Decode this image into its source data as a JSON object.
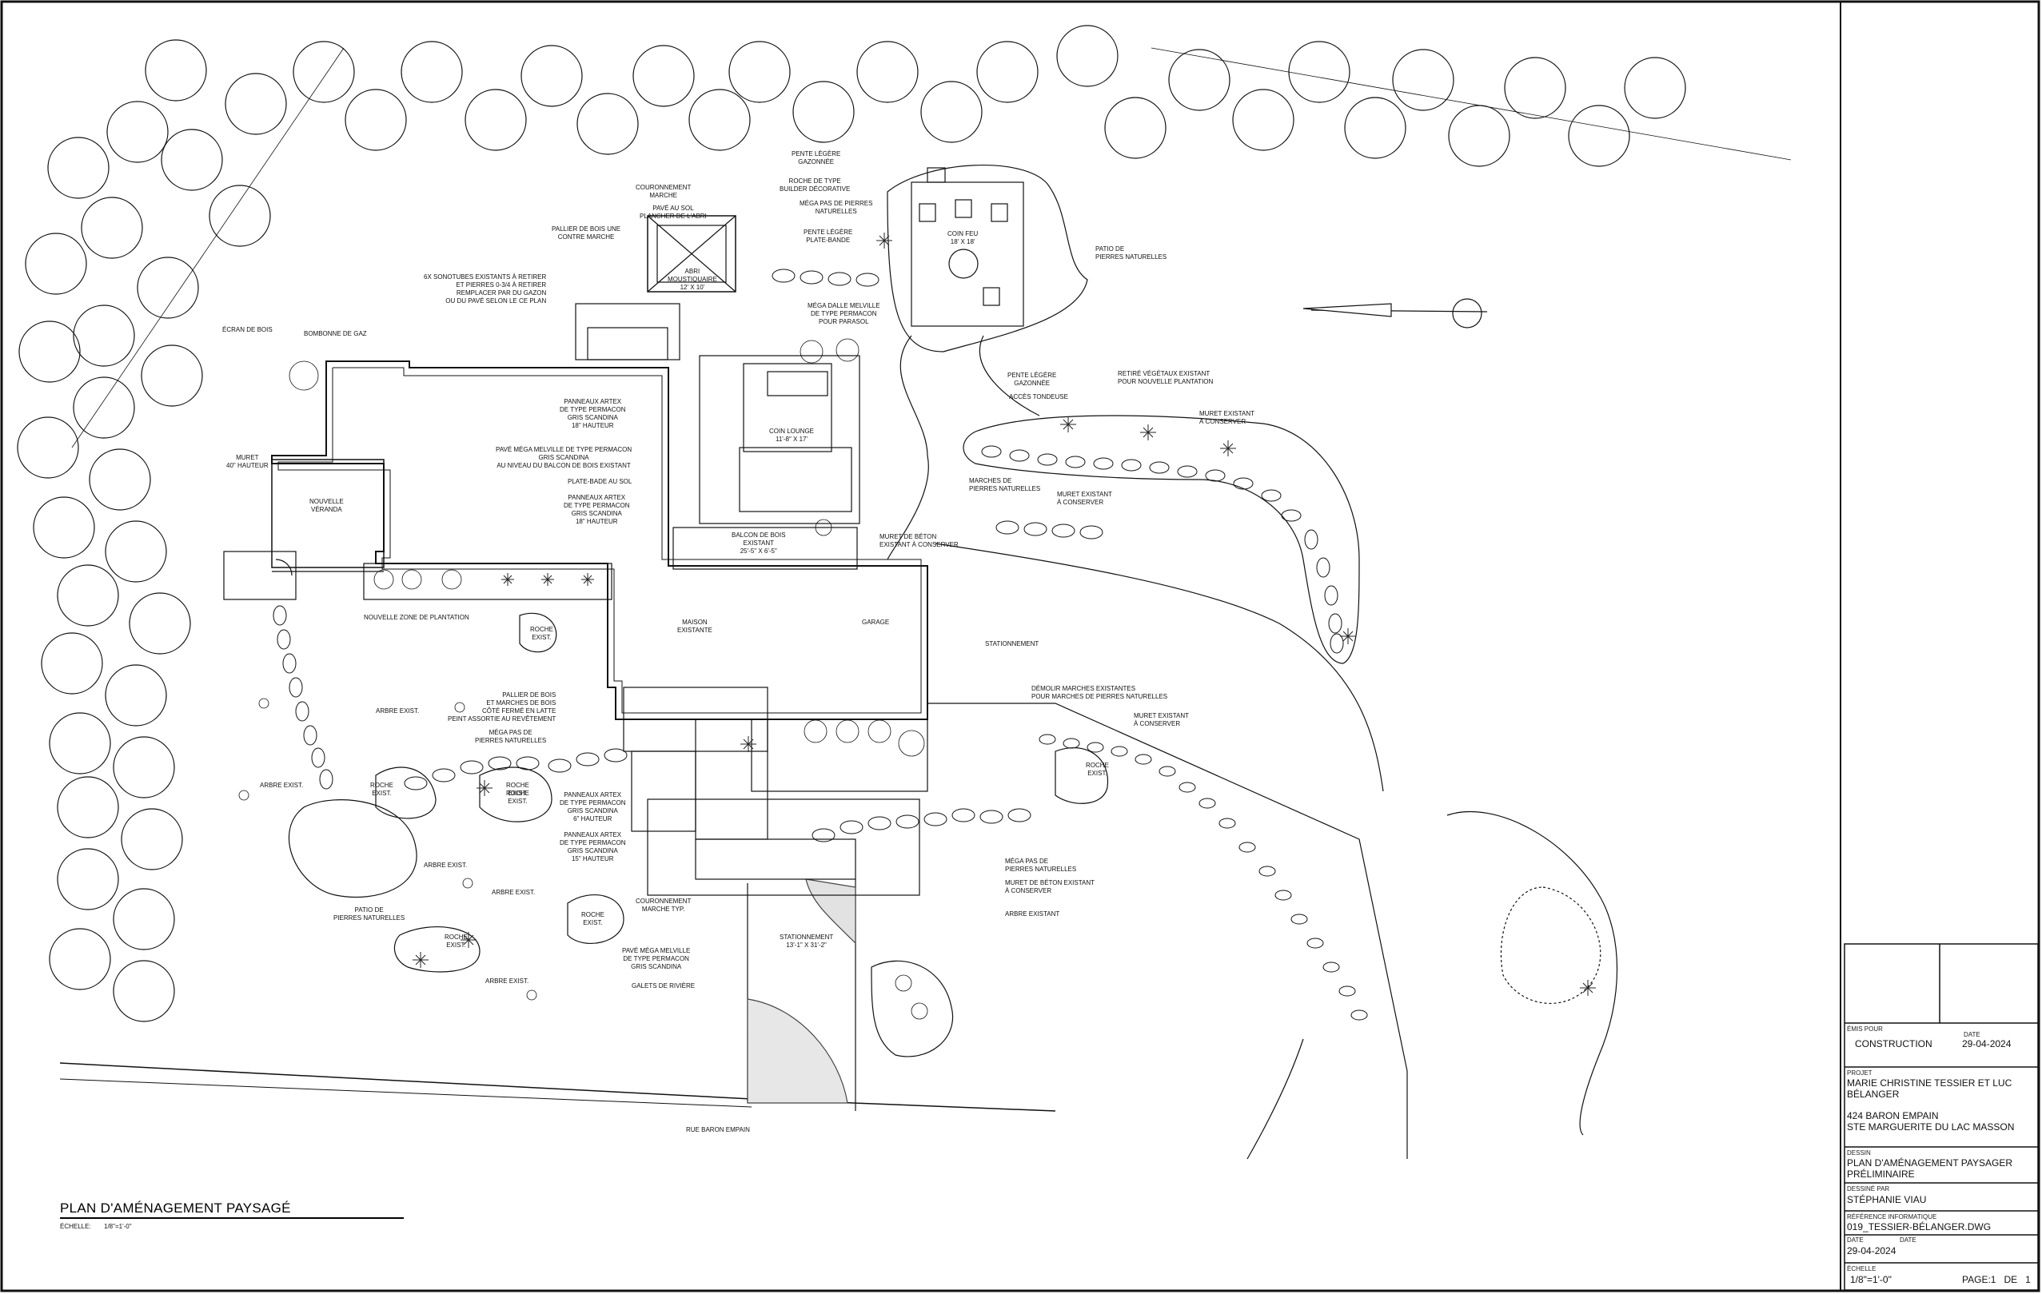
{
  "drawing": {
    "title": "PLAN D'AMÉNAGEMENT PAYSAGÉ",
    "scale_label": "ÉCHELLE:",
    "scale_value": "1/8\"=1'-0\""
  },
  "labels": {
    "pente_legere_gazonnee_top": "PENTE LÉGÈRE\nGAZONNÉE",
    "roche_builder": "ROCHE DE TYPE\nBUILDER DÉCORATIVE",
    "mega_pas_top": "MÉGA PAS DE PIERRES\nNATURELLES",
    "pente_plate_bande": "PENTE LÉGÈRE\nPLATE-BANDE",
    "couronnement_marche": "COURONNEMENT\nMARCHE",
    "pave_au_sol": "PAVÉ AU SOL\nPLANCHER DE L'ABRI",
    "pallier_bois_contre": "PALLIER DE BOIS UNE\nCONTRE MARCHE",
    "sonotubes": "6X SONOTUBES EXISTANTS À RETIRER\nET PIERRES 0-3/4 À RETIRER\nREMPLACER PAR DU GAZON\nOU DU PAVÉ SELON LE CE PLAN",
    "abri": "ABRI\nMOUSTIQUAIRE\n12' X 10'",
    "coin_feu": "COIN FEU\n18' X 18'",
    "patio_pierres_top": "PATIO DE\nPIERRES NATURELLES",
    "mega_dalle": "MÉGA DALLE MELVILLE\nDE TYPE PERMACON\nPOUR PARASOL",
    "ecran_bois": "ÉCRAN DE BOIS",
    "bombonne": "BOMBONNE DE GAZ",
    "panneaux_artex_1": "PANNEAUX ARTEX\nDE TYPE PERMACON\nGRIS SCANDINA\n18\" HAUTEUR",
    "pave_mega_melville": "PAVÉ MÉGA MELVILLE DE TYPE PERMACON\nGRIS SCANDINA\nAU NIVEAU DU BALCON DE BOIS EXISTANT",
    "plate_bande_sol": "PLATE-BADE AU SOL",
    "panneaux_artex_2": "PANNEAUX ARTEX\nDE TYPE PERMACON\nGRIS SCANDINA\n18\" HAUTEUR",
    "coin_lounge": "COIN LOUNGE\n11'-8\" X 17'",
    "balcon_bois": "BALCON DE BOIS\nEXISTANT\n25'-5\" X 6'-5\"",
    "muret_beton_top": "MURET DE BÉTON\nEXISTANT À CONSERVER",
    "pente_gazonnee_right": "PENTE LÉGÈRE\nGAZONNÉE",
    "acces_tondeuse": "ACCÈS TONDEUSE",
    "retrait_vegetaux": "RETIRÉ VÉGÉTAUX EXISTANT\nPOUR NOUVELLE PLANTATION",
    "muret_existant_right": "MURET EXISTANT\nÀ CONSERVER",
    "marches_pierres": "MARCHES DE\nPIERRES NATURELLES",
    "muret_existant_mid": "MURET EXISTANT\nÀ CONSERVER",
    "muret_40": "MURET\n40\" HAUTEUR",
    "nouvelle_veranda": "NOUVELLE\nVÉRANDA",
    "nouvelle_zone": "NOUVELLE ZONE DE PLANTATION",
    "roche_exist_1": "ROCHE\nEXIST.",
    "maison": "MAISON\nEXISTANTE",
    "garage": "GARAGE",
    "stationnement_right": "STATIONNEMENT",
    "demolir_marches": "DÉMOLIR MARCHES EXISTANTES\nPOUR MARCHES DE PIERRES NATURELLES",
    "muret_existant_3": "MURET EXISTANT\nÀ CONSERVER",
    "pallier_marches": "PALLIER DE BOIS\nET MARCHES DE BOIS\nCÔTÉ FERMÉ EN LATTE\nPEINT ASSORTIE AU REVÊTEMENT",
    "arbre_exist_1": "ARBRE EXIST.",
    "mega_pas_mid": "MÉGA PAS DE\nPIERRES NATURELLES",
    "panneaux_artex_3": "PANNEAUX ARTEX\nDE TYPE PERMACON\nGRIS SCANDINA\n6\" HAUTEUR",
    "panneaux_artex_4": "PANNEAUX ARTEX\nDE TYPE PERMACON\nGRIS SCANDINA\n15\" HAUTEUR",
    "arbre_exist_2": "ARBRE EXIST.",
    "roche_exist_2": "ROCHE\nEXIST.",
    "roche_exist_3": "ROCHE\nEXIST.",
    "roche_exist_4": "ROCHE\nEXIST.",
    "arbre_exist_3": "ARBRE EXIST.",
    "arbre_exist_4": "ARBRE EXIST.",
    "patio_pierres_left": "PATIO DE\nPIERRES NATURELLES",
    "couronnement_typ": "COURONNEMENT\nMARCHE TYP.",
    "roche_exist_5": "ROCHE\nEXIST.",
    "roche_exist_6": "ROCHE\nEXIST.",
    "pave_mega_2": "PAVÉ MÉGA MELVILLE\nDE TYPE PERMACON\nGRIS SCANDINA",
    "arbre_exist_5": "ARBRE EXIST.",
    "galets": "GALETS DE RIVIÈRE",
    "stationnement_dim": "STATIONNEMENT\n13'-1\" X 31'-2\"",
    "mega_pas_right": "MÉGA PAS DE\nPIERRES NATURELLES",
    "muret_beton_bottom": "MURET DE BÉTON EXISTANT\nÀ CONSERVER",
    "arbre_existant": "ARBRE EXISTANT",
    "roche_exist_7": "ROCHE\nEXIST.",
    "rue": "RUE BARON EMPAIN"
  },
  "title_block": {
    "emis_pour_label": "ÉMIS POUR",
    "emis_pour": "CONSTRUCTION",
    "date_label": "DATE",
    "date": "29-04-2024",
    "projet_label": "PROJET",
    "projet": "MARIE CHRISTINE TESSIER ET LUC\nBÉLANGER",
    "adresse": "424 BARON EMPAIN\nSTE MARGUERITE DU LAC MASSON",
    "dessin_label": "DESSIN",
    "dessin": "PLAN D'AMÉNAGEMENT PAYSAGER\nPRÉLIMINAIRE",
    "dessine_par_label": "DESSINÉ PAR",
    "dessine_par": "STÉPHANIE VIAU",
    "reference_label": "RÉFÉRENCE INFORMATIQUE",
    "reference": "019_TESSIER-BÉLANGER.DWG",
    "date2_label": "DATE",
    "date2_label_b": "DATE",
    "date2": "29-04-2024",
    "echelle_label": "ÉCHELLE",
    "echelle": "1/8\"=1'-0\"",
    "page": "PAGE:1   DE   1"
  }
}
